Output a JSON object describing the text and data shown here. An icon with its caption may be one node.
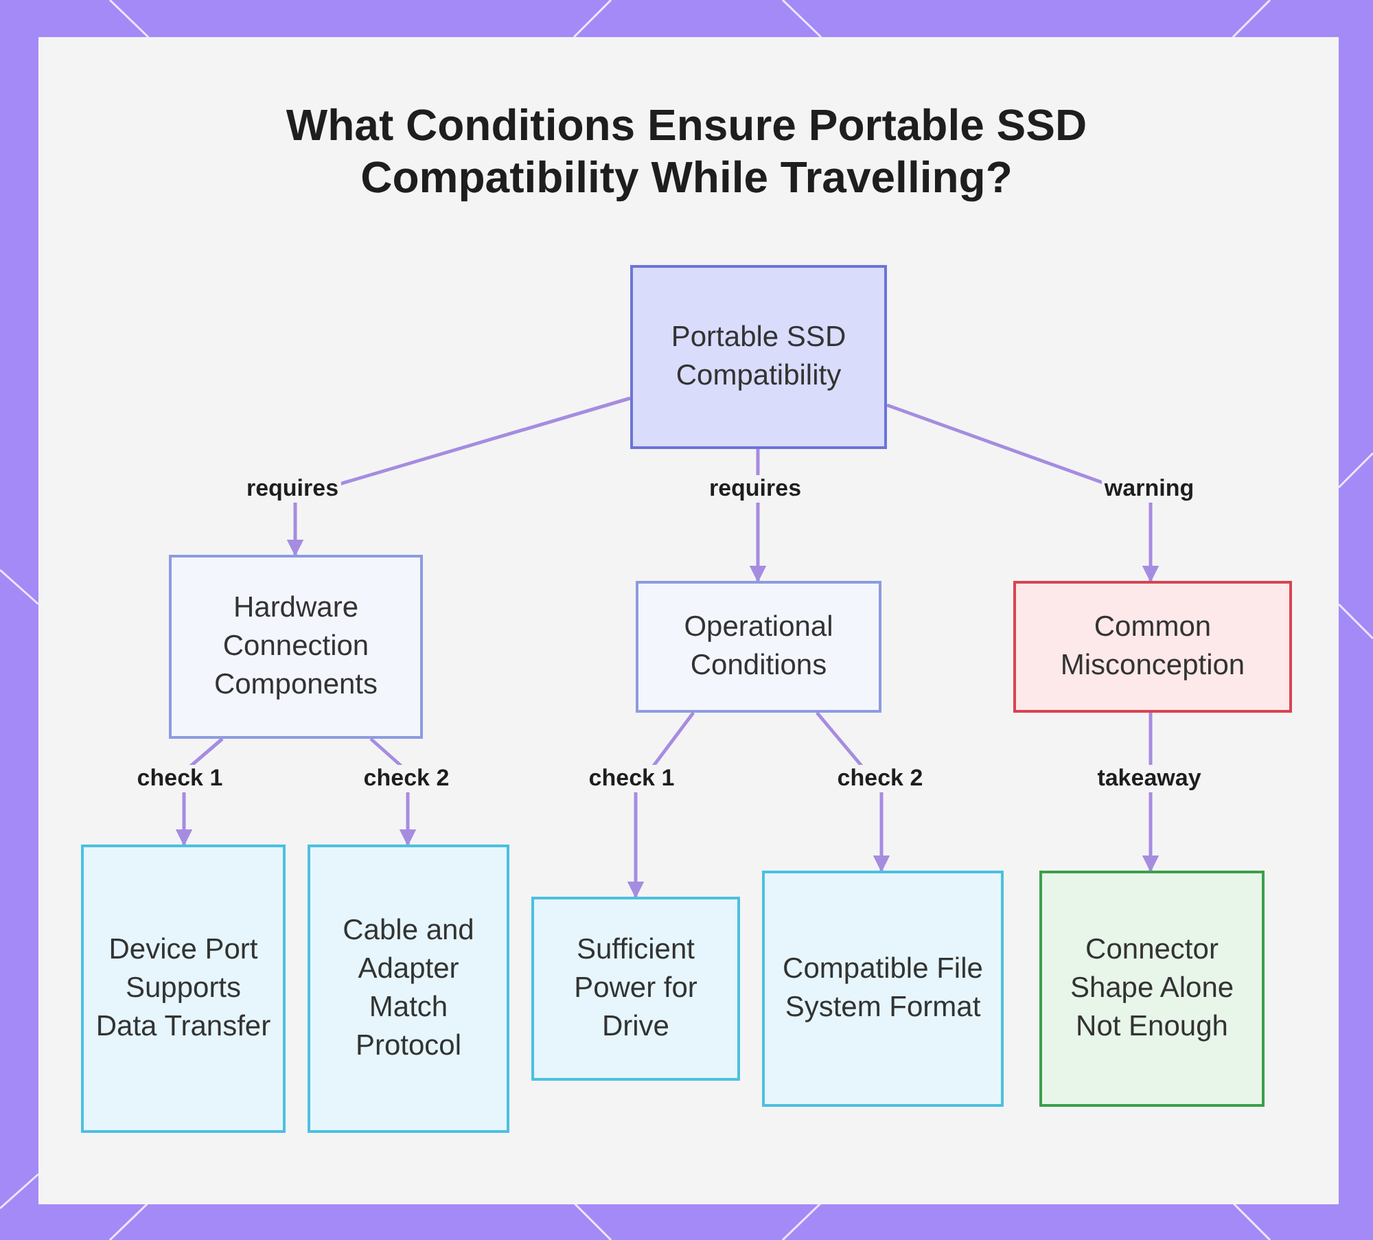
{
  "diagram": {
    "title": "What Conditions Ensure Portable SSD Compatibility While Travelling?",
    "nodes": [
      {
        "text": [
          "Portable SSD Compatibility"
        ]
      },
      {
        "text": [
          "Hardware Connection Components"
        ]
      },
      {
        "text": [
          "Operational Conditions"
        ]
      },
      {
        "text": [
          "Common Misconception"
        ]
      },
      {
        "text": [
          "Device Port Supports Data Transfer"
        ]
      },
      {
        "text": [
          "Cable and Adapter Match Protocol"
        ]
      },
      {
        "text": [
          "Sufficient Power for Drive"
        ]
      },
      {
        "text": [
          "Compatible File System Format"
        ]
      },
      {
        "text": [
          "Connector Shape Alone Not Enough"
        ]
      }
    ],
    "edges": [
      {
        "from": 0,
        "to": 1,
        "label": "requires",
        "arrow": "to"
      },
      {
        "from": 0,
        "to": 2,
        "label": "requires",
        "arrow": "to"
      },
      {
        "from": 0,
        "to": 3,
        "label": "warning",
        "arrow": "to"
      },
      {
        "from": 1,
        "to": 4,
        "label": "check 1",
        "arrow": "to"
      },
      {
        "from": 1,
        "to": 5,
        "label": "check 2",
        "arrow": "to"
      },
      {
        "from": 2,
        "to": 6,
        "label": "check 1",
        "arrow": "to"
      },
      {
        "from": 2,
        "to": 7,
        "label": "check 2",
        "arrow": "to"
      },
      {
        "from": 3,
        "to": 8,
        "label": "takeaway",
        "arrow": "to"
      }
    ]
  }
}
